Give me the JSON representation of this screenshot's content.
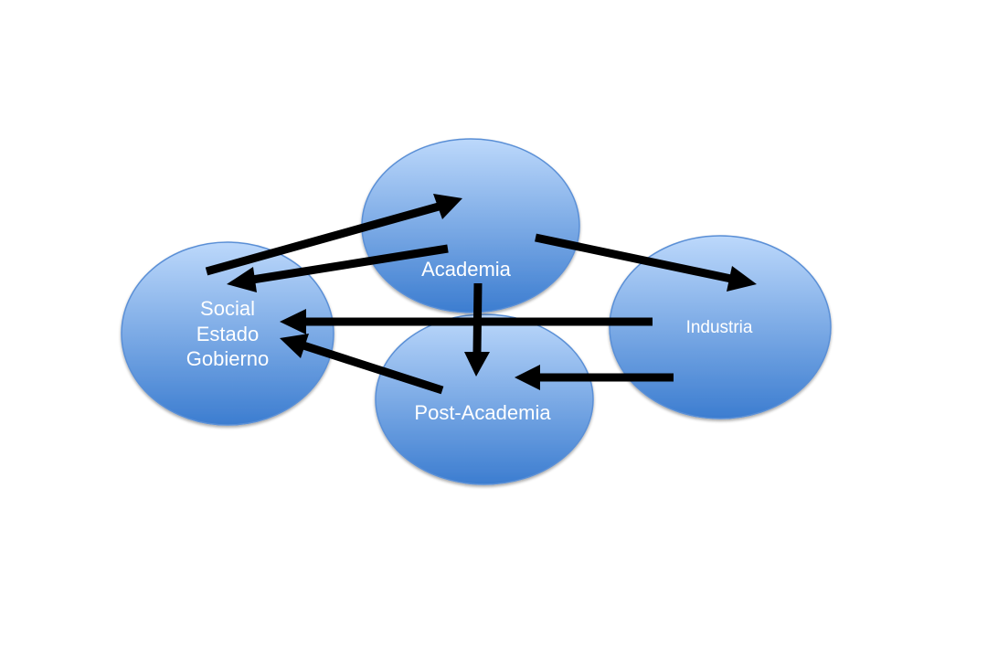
{
  "diagram": {
    "nodes": {
      "academia": {
        "label": "Academia"
      },
      "social": {
        "lines": [
          "Social",
          "Estado",
          "Gobierno"
        ]
      },
      "industria": {
        "label": "Industria"
      },
      "post_academia": {
        "label": "Post-Academia"
      }
    },
    "edges": [
      {
        "from": "social",
        "to": "academia"
      },
      {
        "from": "academia",
        "to": "social"
      },
      {
        "from": "academia",
        "to": "industria"
      },
      {
        "from": "academia",
        "to": "post_academia"
      },
      {
        "from": "industria",
        "to": "social"
      },
      {
        "from": "industria",
        "to": "post_academia"
      },
      {
        "from": "post_academia",
        "to": "social"
      }
    ],
    "colors": {
      "node_top": "#bcd8fb",
      "node_bottom": "#3c7dd0",
      "node_stroke": "#5a8fd6",
      "arrow": "#000000",
      "label": "#ffffff"
    }
  }
}
